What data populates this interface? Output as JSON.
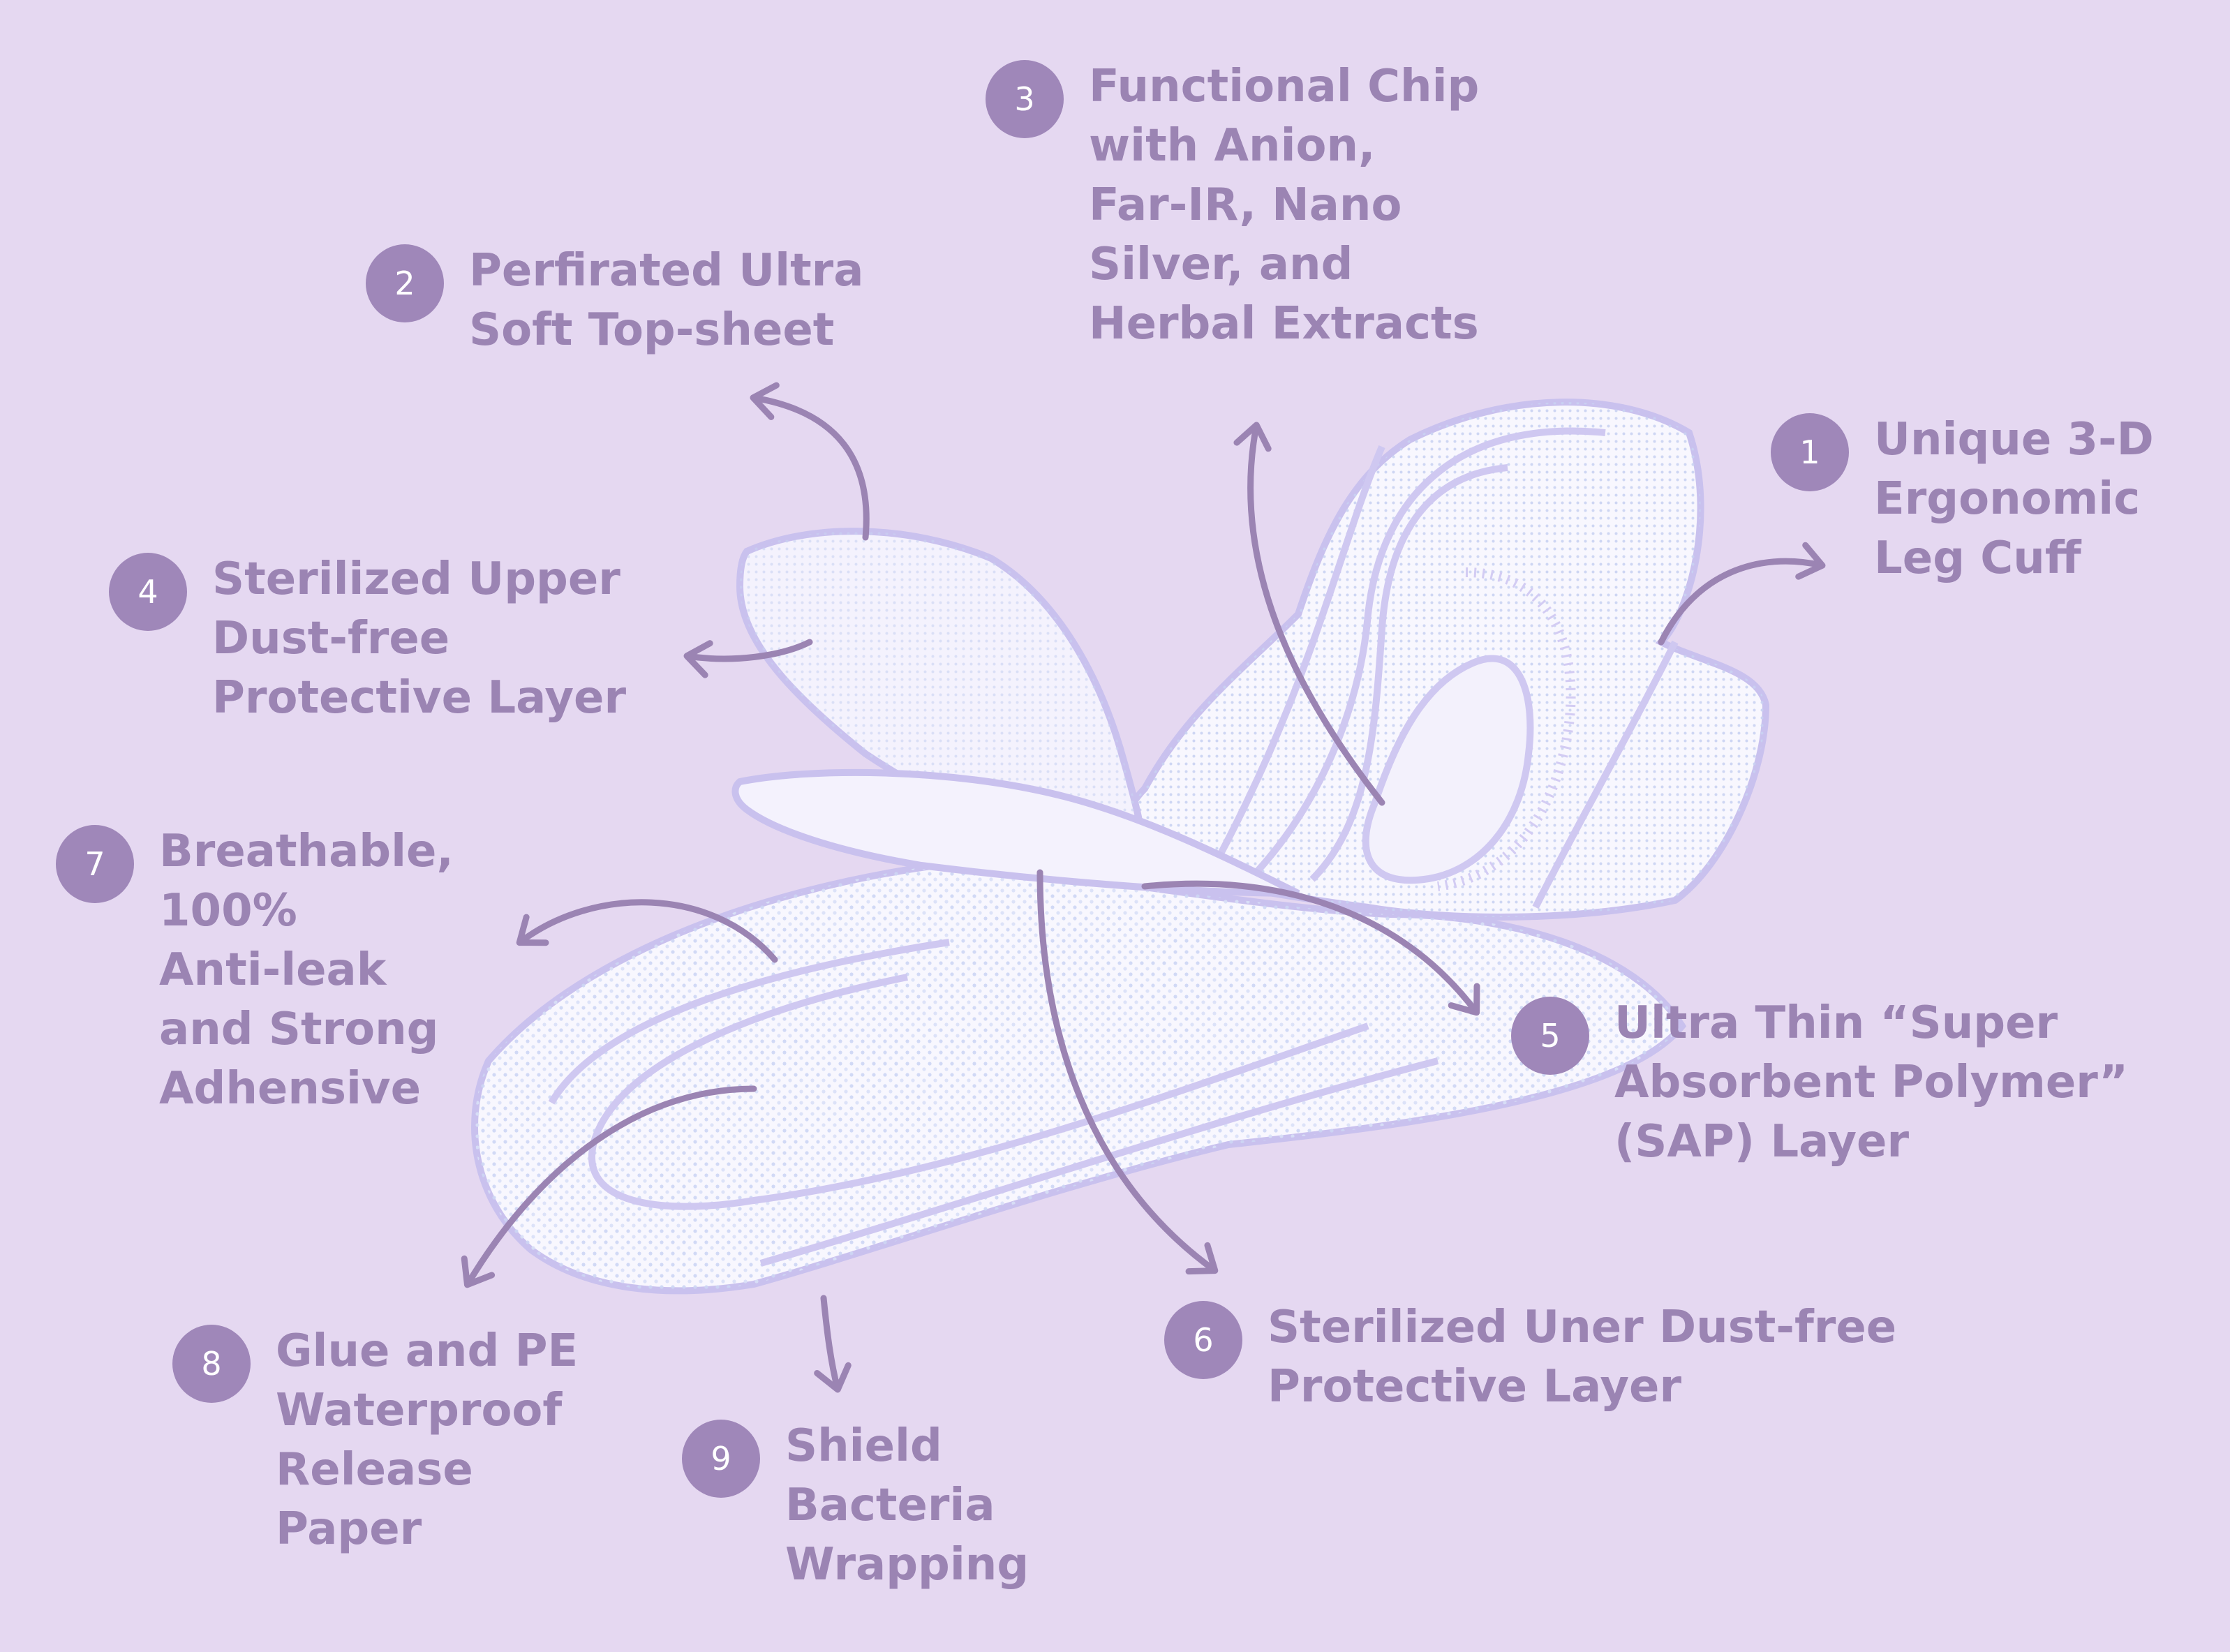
{
  "colors": {
    "background": "#e5d8f1",
    "badge": "#9f87b9",
    "badge_text": "#ffffff",
    "label_text": "#9b84b3",
    "arrow": "#9b84b3",
    "pad_fill": "#f8f7fe",
    "pad_outline": "#c9c1ee",
    "pad_stitch": "#cfc8f1",
    "pad_dots": "#cdd6f4"
  },
  "icons": {
    "arrow": "curved-arrow-icon",
    "illustration": "sanitary-pad-illustration"
  },
  "callouts": [
    {
      "id": "1",
      "number": "1",
      "lines": [
        "Unique 3-D",
        "Ergonomic",
        "Leg Cuff"
      ]
    },
    {
      "id": "2",
      "number": "2",
      "lines": [
        "Perfirated Ultra",
        "Soft Top-sheet"
      ]
    },
    {
      "id": "3",
      "number": "3",
      "lines": [
        "Functional Chip",
        "with Anion,",
        "Far-IR, Nano",
        "Silver, and",
        "Herbal Extracts"
      ]
    },
    {
      "id": "4",
      "number": "4",
      "lines": [
        "Sterilized Upper",
        "Dust-free",
        "Protective Layer"
      ]
    },
    {
      "id": "5",
      "number": "5",
      "lines": [
        "Ultra Thin “Super",
        "Absorbent Polymer”",
        "(SAP) Layer"
      ]
    },
    {
      "id": "6",
      "number": "6",
      "lines": [
        "Sterilized Uner Dust-free",
        "Protective Layer"
      ]
    },
    {
      "id": "7",
      "number": "7",
      "lines": [
        "Breathable,",
        "100%",
        "Anti-leak",
        "and Strong",
        "Adhensive"
      ]
    },
    {
      "id": "8",
      "number": "8",
      "lines": [
        "Glue and PE",
        "Waterproof",
        "Release",
        "Paper"
      ]
    },
    {
      "id": "9",
      "number": "9",
      "lines": [
        "Shield",
        "Bacteria",
        "Wrapping"
      ]
    }
  ]
}
